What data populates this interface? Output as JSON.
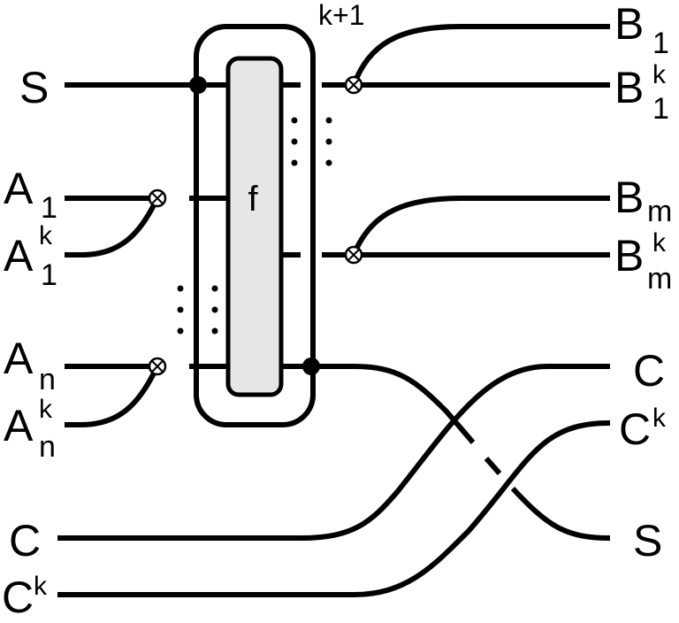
{
  "box_label": "f",
  "exponent_label": "k+1",
  "inputs": {
    "s": "S",
    "a1": {
      "base": "A",
      "sub": "1"
    },
    "a1k": {
      "base": "A",
      "sup": "k",
      "sub": "1"
    },
    "an": {
      "base": "A",
      "sub": "n"
    },
    "ank": {
      "base": "A",
      "sup": "k",
      "sub": "n"
    },
    "c": "C",
    "ck": {
      "base": "C",
      "sup": "k"
    }
  },
  "outputs": {
    "b1": {
      "base": "B",
      "sub": "1"
    },
    "b1k": {
      "base": "B",
      "sup": "k",
      "sub": "1"
    },
    "bm": {
      "base": "B",
      "sub": "m"
    },
    "bmk": {
      "base": "B",
      "sup": "k",
      "sub": "m"
    },
    "c": "C",
    "ck": {
      "base": "C",
      "sup": "k"
    },
    "s": "S"
  },
  "colors": {
    "line": "#000000",
    "box_fill": "#e6e6e6",
    "background": "#ffffff"
  }
}
